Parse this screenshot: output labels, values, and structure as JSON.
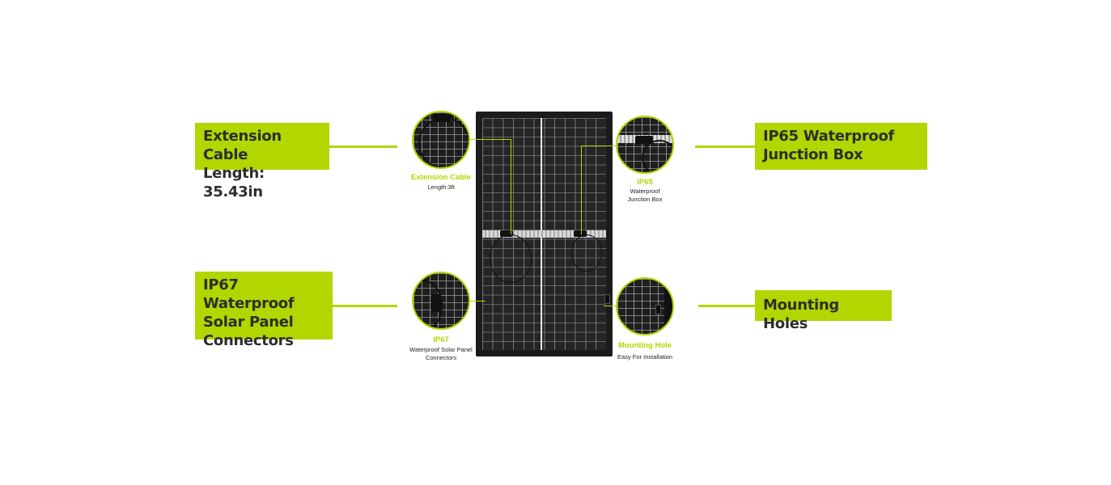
{
  "callouts": {
    "extension_cable": [
      "Extension Cable",
      "Length: 35.43in"
    ],
    "ip65_junction": [
      "IP65 Waterproof",
      "Junction Box"
    ],
    "ip67_connectors": [
      "IP67 Waterproof",
      "Solar Panel",
      "Connectors"
    ],
    "mounting_holes": [
      "Mounting Holes"
    ]
  },
  "zoom_captions": {
    "extension": {
      "title": "Extension Cable",
      "sub": [
        "Length:3ft"
      ]
    },
    "ip65": {
      "title": "IP65",
      "sub": [
        "Waterproof",
        "Junction Box"
      ]
    },
    "ip67": {
      "title": "IP67",
      "sub": [
        "Waterproof Solar Panel",
        "Connectors"
      ]
    },
    "mounting": {
      "title": "Mounting Hole",
      "sub": [
        "Easy For Installation"
      ]
    }
  },
  "colors": {
    "accent": "#b2d600",
    "label_text": "#2e2e2e",
    "panel": "#1b1b1b"
  }
}
